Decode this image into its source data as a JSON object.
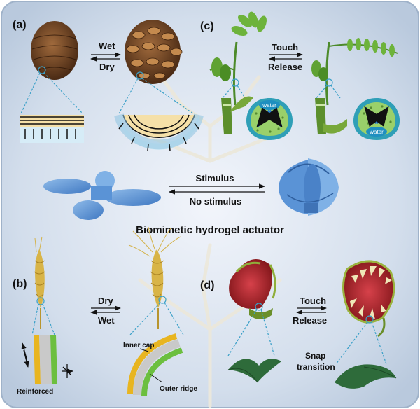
{
  "panels": {
    "a": {
      "label": "(a)",
      "forward": "Wet",
      "reverse": "Dry"
    },
    "b": {
      "label": "(b)",
      "forward": "Dry",
      "reverse": "Wet",
      "callout_left": "Reinforced",
      "callout_inner": "Inner cap",
      "callout_outer": "Outer ridge"
    },
    "c": {
      "label": "(c)",
      "forward": "Touch",
      "reverse": "Release",
      "cell_left": "water",
      "cell_right": "water"
    },
    "d": {
      "label": "(d)",
      "forward": "Touch",
      "reverse": "Release",
      "snap_line1": "Snap",
      "snap_line2": "transition"
    }
  },
  "center": {
    "forward": "Stimulus",
    "reverse": "No stimulus",
    "title": "Biomimetic hydrogel actuator"
  },
  "colors": {
    "background_center": "#f2f5fb",
    "background_edge": "#b9c9dd",
    "hydrogel_blue": "#5a93d6",
    "leader_line": "#3aa0c8"
  }
}
